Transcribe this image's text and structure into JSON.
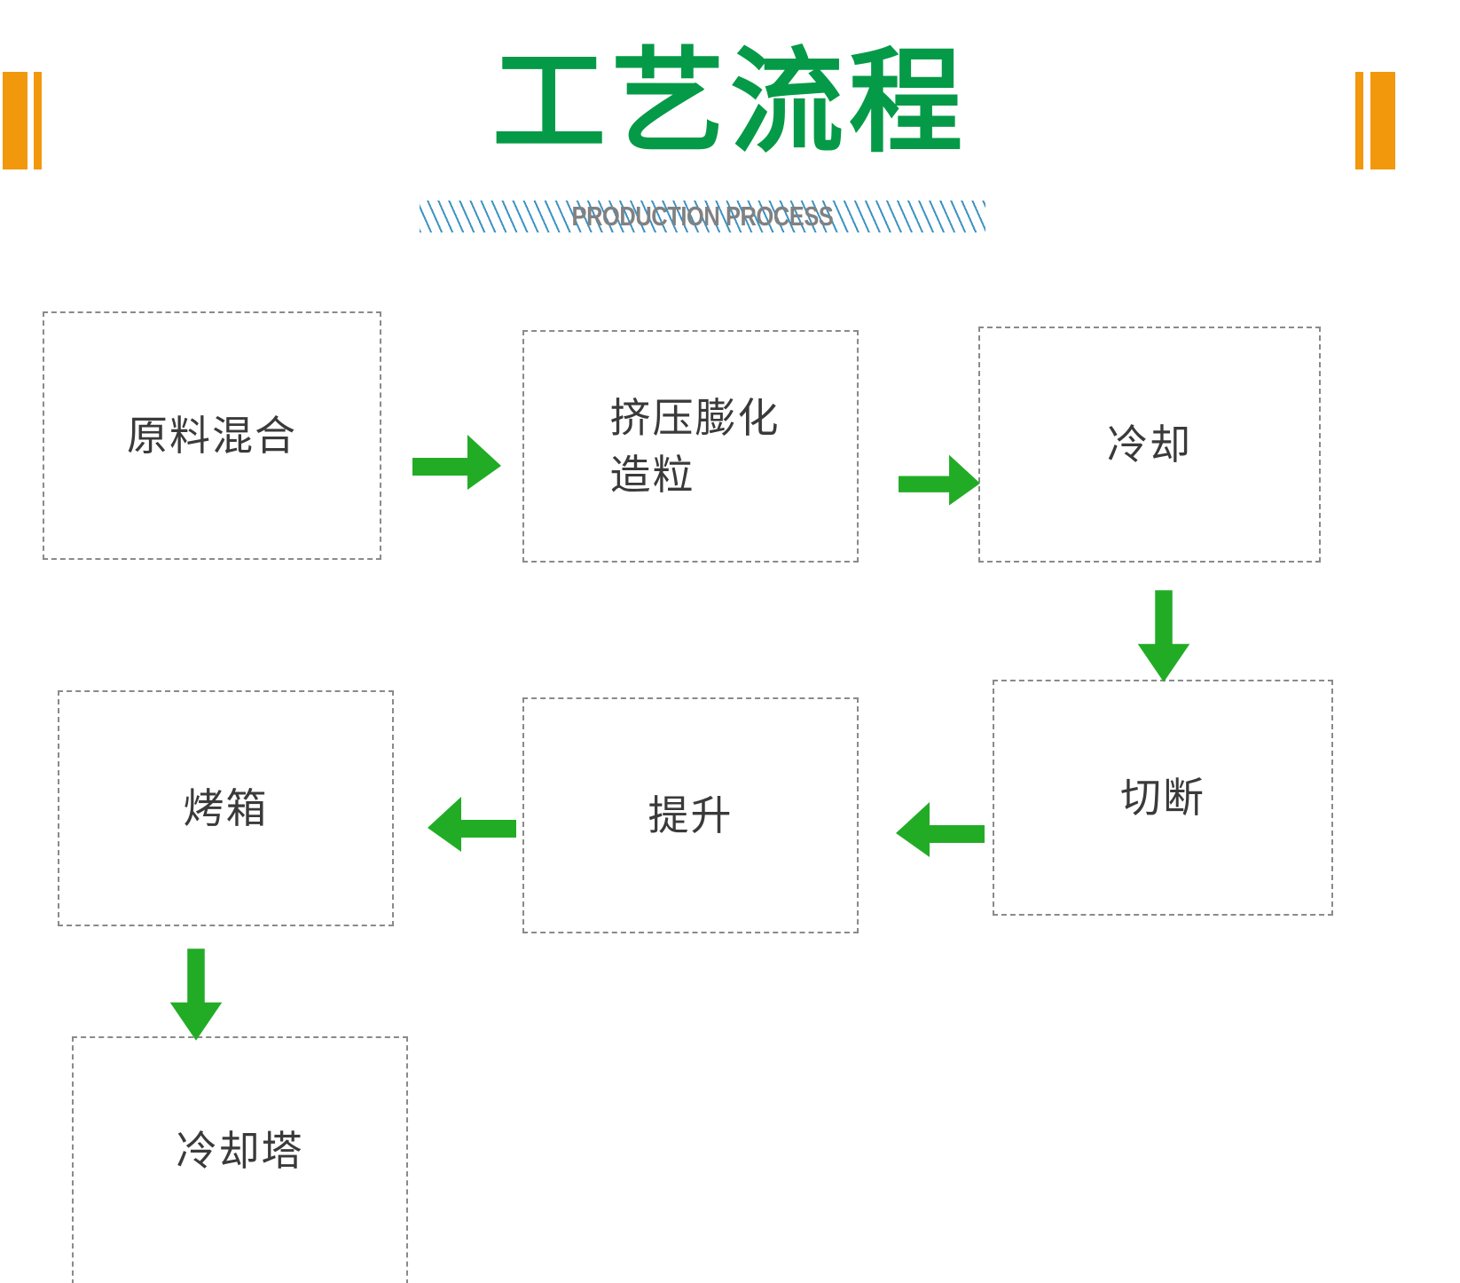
{
  "header": {
    "title": "工艺流程",
    "subtitle": "PRODUCTION PROCESS",
    "title_color": "#059a47",
    "subtitle_color": "#818181",
    "accent_bar_color": "#f2980c",
    "hatch_color": "#3e92c4"
  },
  "diagram": {
    "arrow_color": "#22ac26",
    "box_border_color": "#8a8a8a",
    "box_text_color": "#3a3a3a",
    "steps": [
      {
        "id": "raw-material-mixing",
        "label": "原料混合"
      },
      {
        "id": "extrusion-expansion-granulation",
        "label": "挤压膨化\n造粒"
      },
      {
        "id": "cooling",
        "label": "冷却"
      },
      {
        "id": "cutting",
        "label": "切断"
      },
      {
        "id": "lifting",
        "label": "提升"
      },
      {
        "id": "oven",
        "label": "烤箱"
      },
      {
        "id": "cooling-tower",
        "label": "冷却塔"
      }
    ],
    "connectors": [
      {
        "id": "raw-to-extrude",
        "direction": "right"
      },
      {
        "id": "extrude-to-cool",
        "direction": "right"
      },
      {
        "id": "cool-to-cut",
        "direction": "down"
      },
      {
        "id": "cut-to-lift",
        "direction": "left"
      },
      {
        "id": "lift-to-oven",
        "direction": "left"
      },
      {
        "id": "oven-to-cooling-tower",
        "direction": "down"
      }
    ]
  }
}
